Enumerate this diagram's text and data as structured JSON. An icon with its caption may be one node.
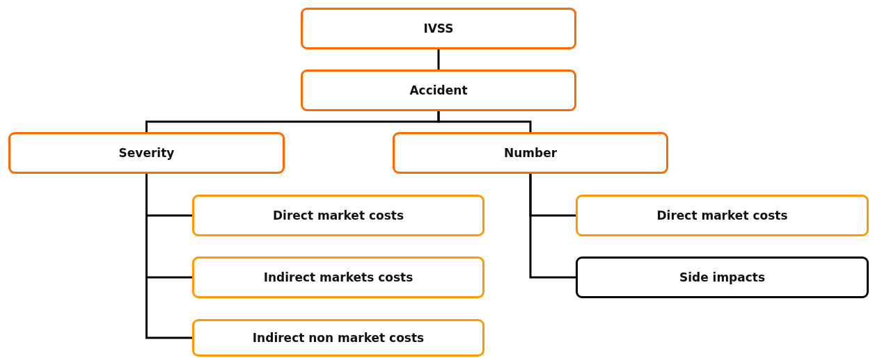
{
  "diagram": {
    "nodes": [
      {
        "text": [
          "IVSS"
        ]
      },
      {
        "text": [
          "Accident"
        ]
      },
      {
        "text": [
          "Severity"
        ]
      },
      {
        "text": [
          "Number"
        ]
      },
      {
        "text": [
          "Direct market costs"
        ]
      },
      {
        "text": [
          "Indirect markets costs"
        ]
      },
      {
        "text": [
          "Indirect non market costs"
        ]
      },
      {
        "text": [
          "Direct market costs"
        ]
      },
      {
        "text": [
          "Side impacts"
        ]
      }
    ],
    "edges": [
      {
        "from": 0,
        "to": 1,
        "arrow": "none"
      },
      {
        "from": 1,
        "to": 2,
        "arrow": "none"
      },
      {
        "from": 1,
        "to": 3,
        "arrow": "none"
      },
      {
        "from": 2,
        "to": 4,
        "arrow": "none"
      },
      {
        "from": 2,
        "to": 5,
        "arrow": "none"
      },
      {
        "from": 2,
        "to": 6,
        "arrow": "none"
      },
      {
        "from": 3,
        "to": 7,
        "arrow": "none"
      },
      {
        "from": 3,
        "to": 8,
        "arrow": "none"
      }
    ]
  }
}
